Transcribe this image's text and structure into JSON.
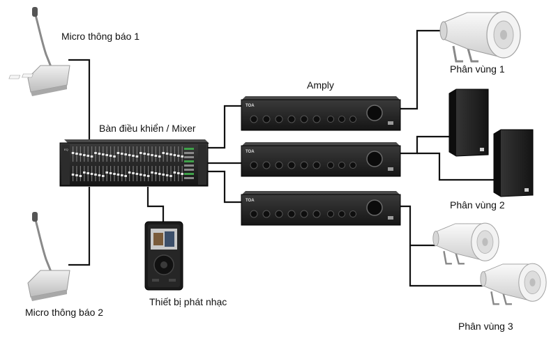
{
  "labels": {
    "mic1": "Micro thông báo 1",
    "mic2": "Micro thông báo 2",
    "mixer": "Bàn điều khiển / Mixer",
    "amply": "Amply",
    "player": "Thiết bị phát nhạc",
    "zone1": "Phân vùng 1",
    "zone2": "Phân vùng 2",
    "zone3": "Phân vùng 3"
  },
  "brand": "TOA",
  "colors": {
    "wire": "#111111",
    "device_dark": "#1c1c1c",
    "device_panel": "#2a2a2a",
    "speaker_white": "#e9e9e9",
    "speaker_black": "#222222",
    "mic_base": "#d8d8d8"
  },
  "icons": {
    "mic": "gooseneck-microphone-icon",
    "mixer": "rack-mixer-equalizer-icon",
    "amp": "rack-amplifier-icon",
    "player": "music-player-icon",
    "horn": "horn-speaker-icon",
    "box": "box-speaker-icon"
  }
}
